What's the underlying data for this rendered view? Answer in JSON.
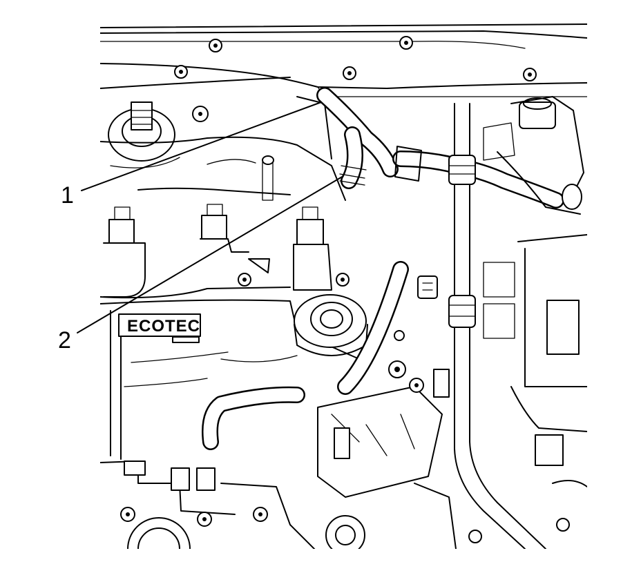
{
  "figure": {
    "callouts": [
      {
        "label": "1"
      },
      {
        "label": "2"
      }
    ],
    "engine_cover_brand": "ECOTEC"
  }
}
